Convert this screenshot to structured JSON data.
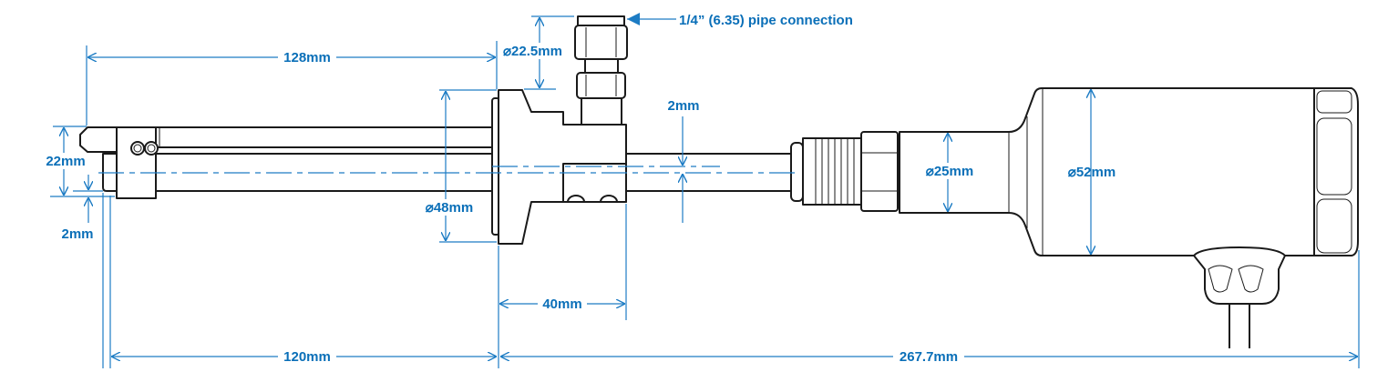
{
  "colors": {
    "dimension": "#1d7cc4",
    "label": "#0a6fb8",
    "outline": "#1a1a1a"
  },
  "dimensions": {
    "length_128": "128mm",
    "dia_22_5": "⌀22.5mm",
    "pipe_connection": "1/4” (6.35) pipe connection",
    "height_22": "22mm",
    "offset_2_left": "2mm",
    "dia_48": "⌀48mm",
    "offset_2_mid": "2mm",
    "length_40": "40mm",
    "length_120": "120mm",
    "length_267_7": "267.7mm",
    "dia_25": "⌀25mm",
    "dia_52": "⌀52mm"
  }
}
